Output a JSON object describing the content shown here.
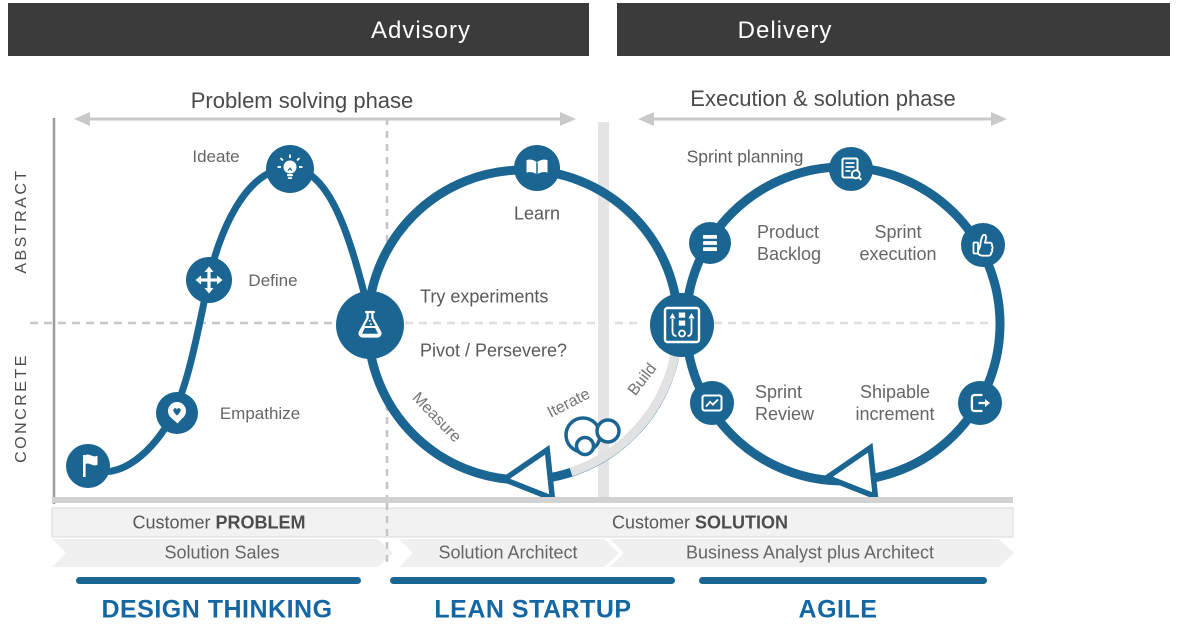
{
  "colors": {
    "blue": "#1a6591",
    "label_blue": "#1467a2",
    "header_bg": "#3b3b3b",
    "divider_gray": "#e4e4e4"
  },
  "header": {
    "advisory": "Advisory",
    "delivery": "Delivery"
  },
  "phases": {
    "problem": "Problem solving phase",
    "execution": "Execution & solution phase"
  },
  "axis": {
    "top": "ABSTRACT",
    "bottom": "CONCRETE"
  },
  "design_thinking": {
    "start_icon": "flag-icon",
    "steps": [
      {
        "label": "Empathize",
        "icon": "head-heart-icon"
      },
      {
        "label": "Define",
        "icon": "move-arrows-icon"
      },
      {
        "label": "Ideate",
        "icon": "lightbulb-icon"
      }
    ],
    "end_icon": "flask-icon"
  },
  "lean_startup": {
    "learn": "Learn",
    "try_experiments": "Try experiments",
    "pivot": "Pivot / Persevere?",
    "measure": "Measure",
    "iterate": "Iterate",
    "build": "Build",
    "top_icon": "open-book-icon",
    "bottom_icon": "bubbles-icon"
  },
  "junction": {
    "icon": "process-board-icon"
  },
  "agile": {
    "sprint_planning": "Sprint planning",
    "product_backlog": "Product Backlog",
    "sprint_execution": "Sprint execution",
    "sprint_review": "Sprint Review",
    "shipable_increment": "Shipable increment",
    "icons": [
      "clipboard-search-icon",
      "list-icon",
      "thumbs-up-icon",
      "line-chart-icon",
      "export-icon"
    ]
  },
  "footer": {
    "customer_problem": {
      "normal": "Customer",
      "bold": "PROBLEM"
    },
    "customer_solution": {
      "normal": "Customer",
      "bold": "SOLUTION"
    },
    "roles": [
      "Solution Sales",
      "Solution Architect",
      "Business Analyst plus Architect"
    ],
    "methods": [
      "DESIGN THINKING",
      "LEAN STARTUP",
      "AGILE"
    ]
  }
}
